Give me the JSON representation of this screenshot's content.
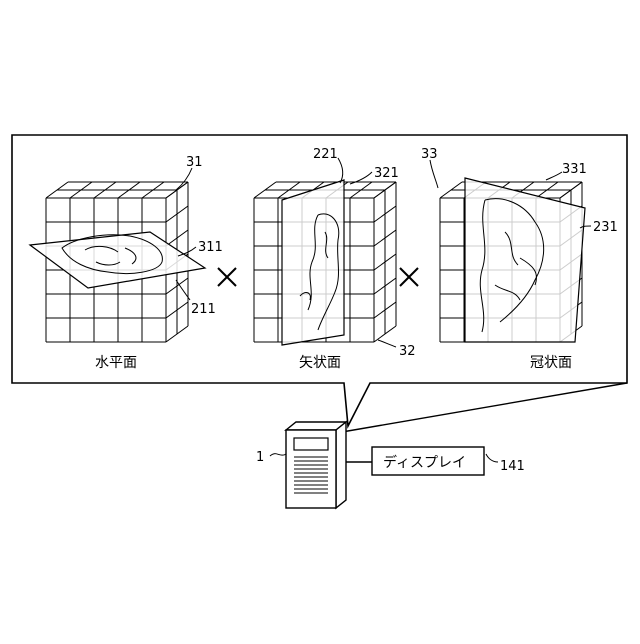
{
  "figure": {
    "callout_numbers": {
      "tower_axial": "31",
      "tower_sagittal": "32",
      "tower_coronal": "33",
      "plane_axial": "311",
      "plane_sagittal": "321",
      "plane_coronal": "331",
      "image_axial": "211",
      "image_sagittal": "221",
      "image_coronal": "231",
      "computer": "1",
      "display": "141"
    },
    "plane_names": {
      "axial": "水平面",
      "sagittal": "矢状面",
      "coronal": "冠状面"
    },
    "operators": [
      "×",
      "×"
    ],
    "display_label": "ディスプレイ"
  }
}
